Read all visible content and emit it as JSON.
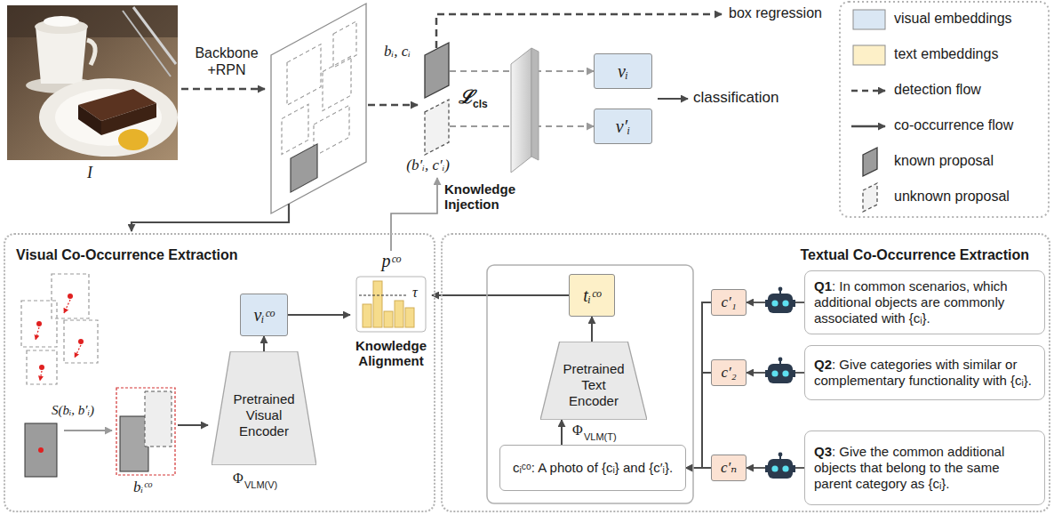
{
  "diagram": {
    "nodes": [
      {
        "text": [
          "bᵢ, cᵢ"
        ]
      },
      {
        "text": [
          "(b′ᵢ, c′ᵢ)"
        ]
      },
      {
        "text": [
          "vᵢ"
        ]
      },
      {
        "text": [
          "v′ᵢ"
        ]
      },
      {
        "text": [
          "Visual Co-Occurrence Extraction"
        ]
      },
      {
        "text": [
          "vᵢᶜᵒ"
        ],
        "in": 4
      },
      {
        "text": [
          "Pretrained Visual Encoder"
        ],
        "in": 4
      },
      {
        "text": [
          "pᶜᵒ",
          "τ",
          "Knowledge Alignment"
        ],
        "in": 4
      },
      {
        "text": [
          "Textual Co-Occurrence Extraction"
        ]
      },
      {
        "text": [
          "tᵢᶜᵒ"
        ],
        "in": 8
      },
      {
        "text": [
          "Pretrained Text Encoder"
        ],
        "in": 8
      },
      {
        "text": [
          "cᵢᶜᵒ: A photo of {cᵢ} and {c′ᵢ}."
        ],
        "in": 8
      },
      {
        "text": [
          "c′₁"
        ],
        "in": 8
      },
      {
        "text": [
          "c′₂"
        ],
        "in": 8
      },
      {
        "text": [
          "c′ₙ"
        ],
        "in": 8
      },
      {
        "text": [
          "Q1",
          ": In common scenarios, which additional objects are commonly associated with {cᵢ}."
        ],
        "in": 8
      },
      {
        "text": [
          "Q2",
          ": Give categories with similar or complementary functionality with {cᵢ}."
        ],
        "in": 8
      },
      {
        "text": [
          "Q3",
          ": Give the common additional objects that belong to the same parent category as {cᵢ}."
        ],
        "in": 8
      }
    ],
    "edges": [
      {
        "from": 0,
        "to": 2,
        "arrow": "to"
      },
      {
        "from": 1,
        "to": 3,
        "arrow": "to"
      },
      {
        "from": 7,
        "to": 1,
        "label": "Knowledge Injection",
        "arrow": "to"
      },
      {
        "from": 6,
        "to": 5,
        "arrow": "to"
      },
      {
        "from": 5,
        "to": 7,
        "arrow": "to"
      },
      {
        "from": 9,
        "to": 7,
        "arrow": "to"
      },
      {
        "from": 10,
        "to": 9,
        "arrow": "to"
      },
      {
        "from": 11,
        "to": 10,
        "arrow": "to"
      },
      {
        "from": 12,
        "to": 11,
        "arrow": "to"
      },
      {
        "from": 13,
        "to": 11,
        "arrow": "to"
      },
      {
        "from": 14,
        "to": 11,
        "arrow": "to"
      },
      {
        "from": 15,
        "to": 12,
        "arrow": "to"
      },
      {
        "from": 16,
        "to": 13,
        "arrow": "to"
      },
      {
        "from": 17,
        "to": 14,
        "arrow": "to"
      }
    ],
    "labels": [
      "Backbone +RPN",
      "I",
      "box regression",
      "ℒ",
      "cls",
      "classification",
      "S(bᵢ, b′ᵢ)",
      "bᵢᶜᵒ",
      "Φ",
      "VLM(V)",
      "Φ",
      "VLM(T)"
    ],
    "legend": [
      {
        "text": "visual embeddings",
        "color": "#dae7f4"
      },
      {
        "text": "text embeddings",
        "color": "#fdf0c8"
      },
      {
        "text": "detection flow"
      },
      {
        "text": "co-occurrence flow"
      },
      {
        "text": "known proposal"
      },
      {
        "text": "unknown proposal"
      }
    ]
  }
}
